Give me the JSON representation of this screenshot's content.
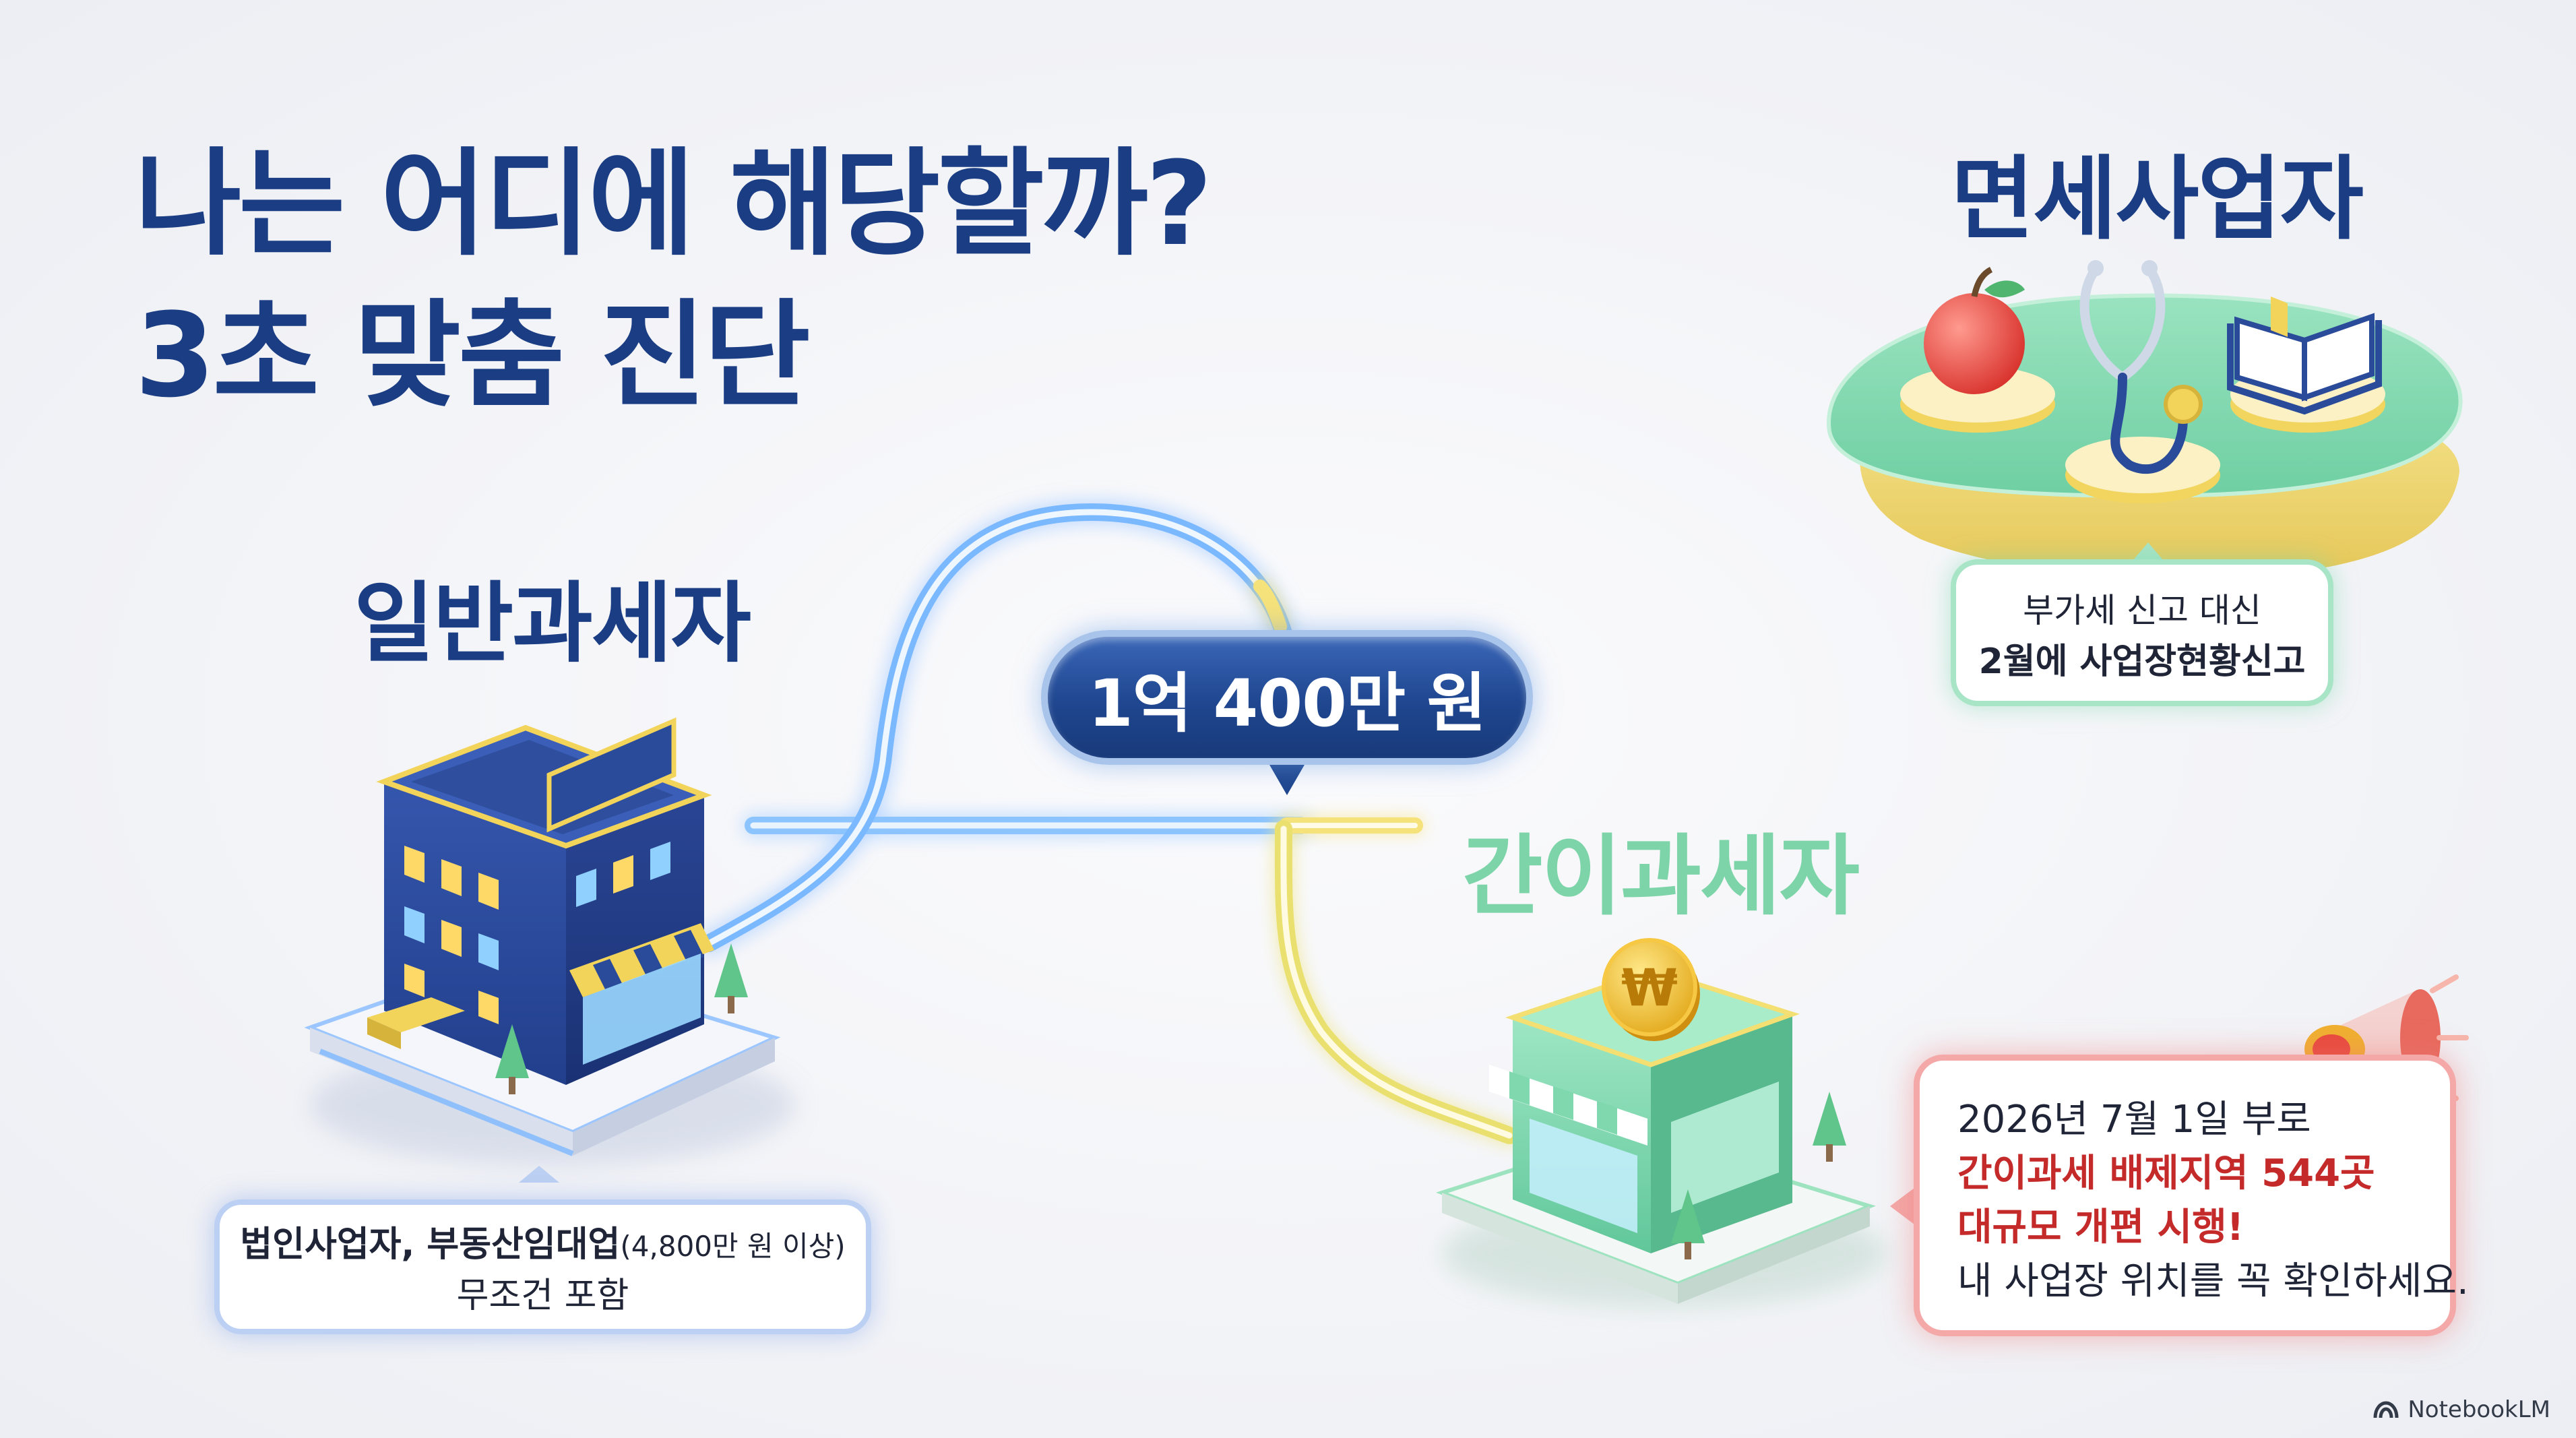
{
  "title": {
    "line1": "나는 어디에 해당할까?",
    "line2": "3초 맞춤 진단"
  },
  "threshold": {
    "label": "1억 400만 원"
  },
  "categories": {
    "general": {
      "name": "일반과세자",
      "note_bold": "법인사업자, 부동산임대업",
      "note_small": "(4,800만 원 이상)",
      "note_line2": "무조건 포함"
    },
    "simple": {
      "name": "간이과세자",
      "notice_line1": "2026년 7월 1일 부로",
      "notice_line2": "간이과세 배제지역 544곳",
      "notice_line3": "대규모 개편 시행!",
      "notice_line4": "내 사업장 위치를 꼭 확인하세요."
    },
    "exempt": {
      "name": "면세사업자",
      "note_line1": "부가세 신고 대신",
      "note_line2": "2월에 사업장현황신고"
    }
  },
  "icons": {
    "general": "office-building-icon",
    "simple": "store-with-coin-icon",
    "exempt_items": [
      "apple-icon",
      "stethoscope-icon",
      "book-icon"
    ],
    "alert": "megaphone-icon",
    "currency_symbol": "₩"
  },
  "colors": {
    "title": "#1b3d84",
    "general_path": "#5fa8ff",
    "simple_path": "#f7e06a",
    "simple_label": "#7dd4a8",
    "alert_red": "#c42a2a"
  },
  "brand": {
    "name": "NotebookLM"
  }
}
